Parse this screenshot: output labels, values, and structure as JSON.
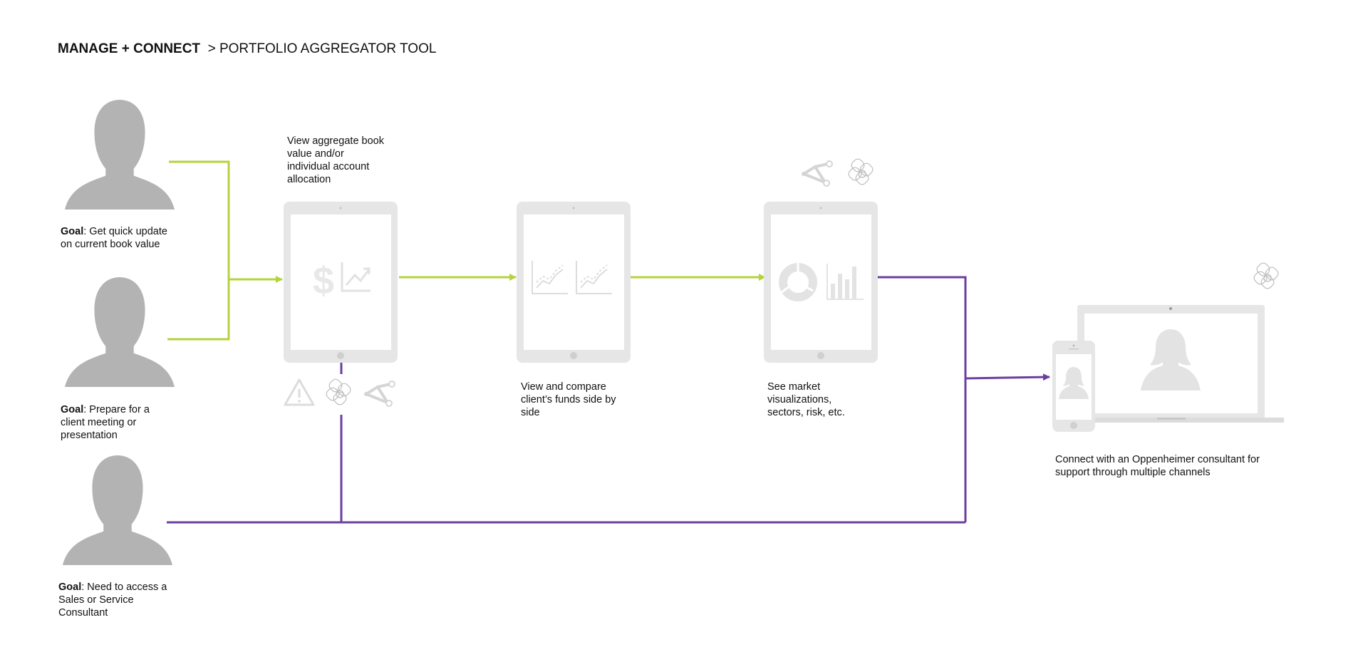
{
  "title": {
    "bold": "MANAGE + CONNECT",
    "rest": "> PORTFOLIO  AGGREGATOR TOOL"
  },
  "personas": [
    {
      "goal_label": "Goal",
      "goal_text": ": Get quick update\non current book value"
    },
    {
      "goal_label": "Goal",
      "goal_text": ": Prepare for a\nclient meeting or\npresentation"
    },
    {
      "goal_label": "Goal",
      "goal_text": ": Need to access a\nSales or Service\nConsultant"
    }
  ],
  "steps": [
    {
      "caption": "View aggregate book\nvalue and/or\nindividual account\nallocation",
      "screen_icons": [
        "dollar-icon",
        "growth-chart-icon"
      ],
      "extra_icons": [
        "warning-icon",
        "support-knot-icon",
        "share-icon"
      ]
    },
    {
      "caption": "View and compare\nclient’s funds side by\nside",
      "screen_icons": [
        "line-chart-icon",
        "line-chart-icon"
      ]
    },
    {
      "caption": "See market\nvisualizations,\nsectors, risk, etc.",
      "screen_icons": [
        "donut-chart-icon",
        "bar-chart-icon"
      ],
      "extra_icons": [
        "share-icon",
        "support-knot-icon"
      ]
    }
  ],
  "consult": {
    "caption": "Connect with an Oppenheimer consultant for\nsupport through multiple channels",
    "devices": [
      "phone",
      "laptop"
    ],
    "extra_icons": [
      "support-knot-icon"
    ]
  },
  "colors": {
    "green_flow": "#b5d33d",
    "purple_flow": "#6b3fa0",
    "silhouette": "#b3b3b3",
    "device": "#e6e6e6"
  }
}
